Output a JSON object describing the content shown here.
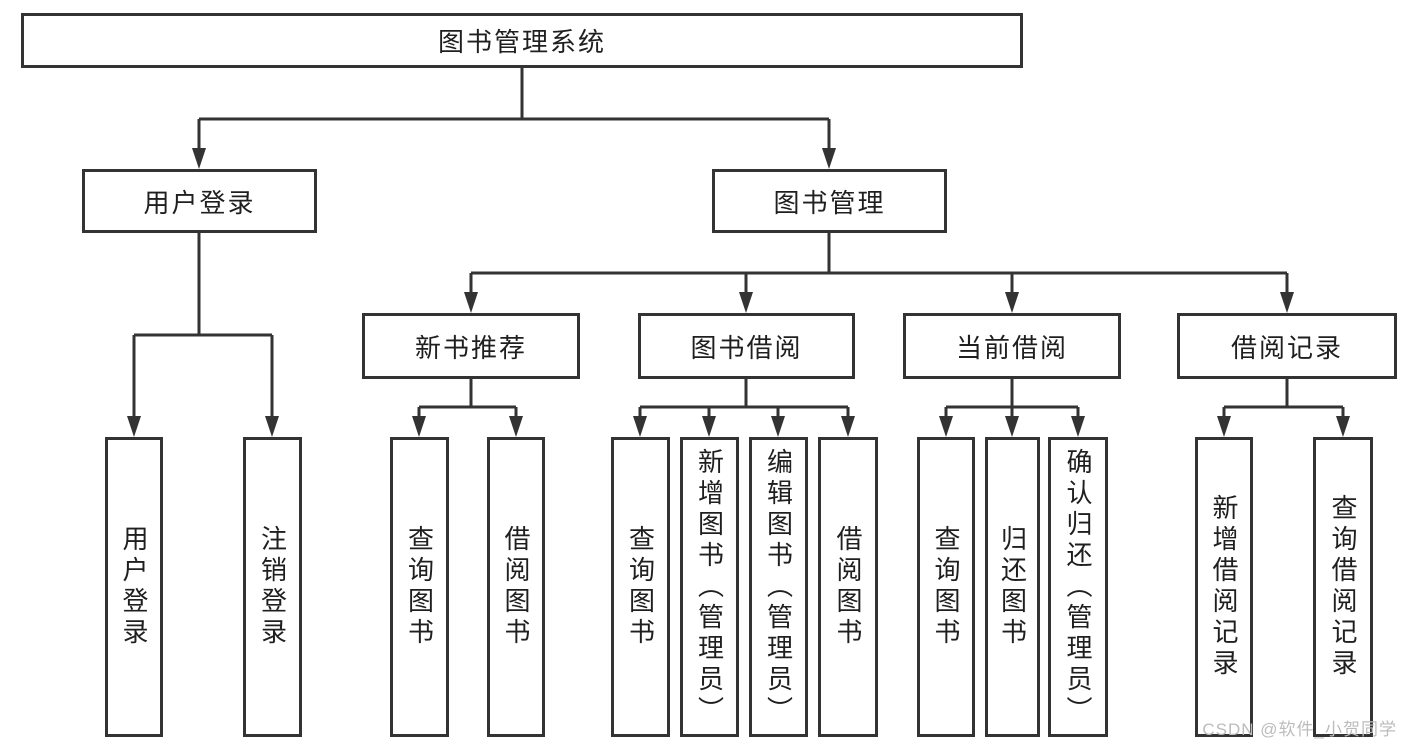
{
  "colors": {
    "line": "#333333",
    "text": "#1f1f1f",
    "watermark": "#bcbcbc",
    "background": "#ffffff"
  },
  "diagram": {
    "root": {
      "label": "图书管理系统"
    },
    "level2": [
      {
        "label": "用户登录"
      },
      {
        "label": "图书管理"
      }
    ],
    "level3": [
      {
        "label": "新书推荐"
      },
      {
        "label": "图书借阅"
      },
      {
        "label": "当前借阅"
      },
      {
        "label": "借阅记录"
      }
    ],
    "leaves": [
      {
        "label": "用户登录"
      },
      {
        "label": "注销登录"
      },
      {
        "label": "查询图书"
      },
      {
        "label": "借阅图书"
      },
      {
        "label": "查询图书"
      },
      {
        "label": "新增图书（管理员）"
      },
      {
        "label": "编辑图书（管理员）"
      },
      {
        "label": "借阅图书"
      },
      {
        "label": "查询图书"
      },
      {
        "label": "归还图书"
      },
      {
        "label": "确认归还（管理员）"
      },
      {
        "label": "新增借阅记录"
      },
      {
        "label": "查询借阅记录"
      }
    ]
  },
  "watermark": {
    "text": "CSDN @软件_小贺同学"
  }
}
